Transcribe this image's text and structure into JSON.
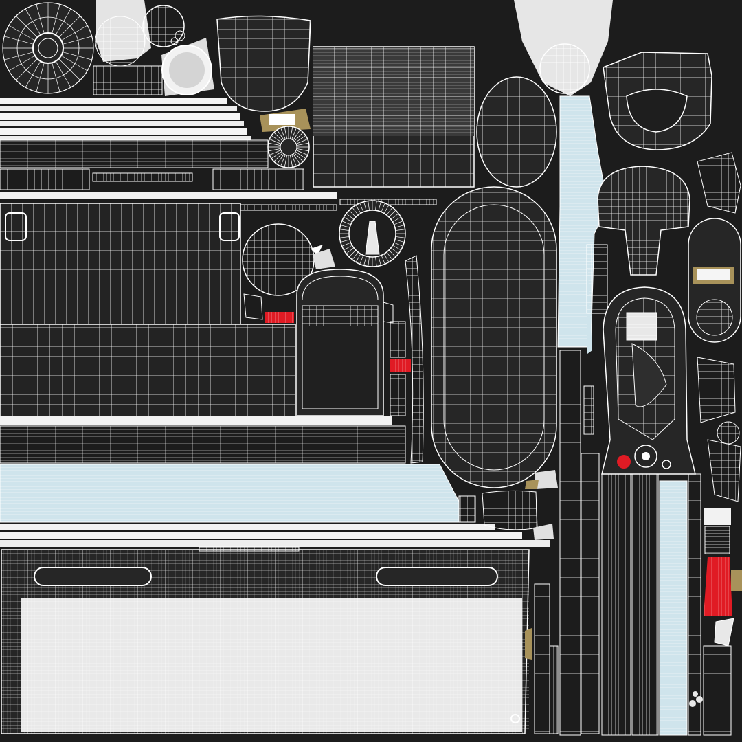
{
  "uv_layout": {
    "colors": {
      "background": "#1c1c1c",
      "shell_dark": "#262626",
      "wire": "#ffffff",
      "light_fill": "#e4e4e4",
      "ice_blue": "#cfe4ec",
      "accent_red": "#e01b24",
      "accent_tan": "#a8925a"
    },
    "islands": [
      {
        "id": "speaker-grille-disc",
        "kind": "radial"
      },
      {
        "id": "light-puck-disc",
        "kind": "fill"
      },
      {
        "id": "small-mesh-disc",
        "kind": "radial"
      },
      {
        "id": "light-ring",
        "kind": "fill"
      },
      {
        "id": "fabric-cup",
        "kind": "grid"
      },
      {
        "id": "top-grid-panel",
        "kind": "grid"
      },
      {
        "id": "oval-shell-small",
        "kind": "grid"
      },
      {
        "id": "top-light-blob",
        "kind": "fill"
      },
      {
        "id": "top-right-bowl",
        "kind": "grid"
      },
      {
        "id": "horizontal-strips",
        "kind": "strips"
      },
      {
        "id": "vent-disc",
        "kind": "radial"
      },
      {
        "id": "left-body-panel",
        "kind": "grid"
      },
      {
        "id": "round-dome",
        "kind": "radial"
      },
      {
        "id": "knob-ring",
        "kind": "radial"
      },
      {
        "id": "arched-door",
        "kind": "grid"
      },
      {
        "id": "large-oval-shell",
        "kind": "grid"
      },
      {
        "id": "light-blue-column",
        "kind": "strips"
      },
      {
        "id": "hammer-shape",
        "kind": "grid"
      },
      {
        "id": "keyhole-shape",
        "kind": "grid"
      },
      {
        "id": "ice-blue-band",
        "kind": "strips"
      },
      {
        "id": "bottom-grid-panel",
        "kind": "grid"
      },
      {
        "id": "vertical-columns",
        "kind": "strips"
      },
      {
        "id": "red-handle",
        "kind": "fill"
      }
    ]
  }
}
